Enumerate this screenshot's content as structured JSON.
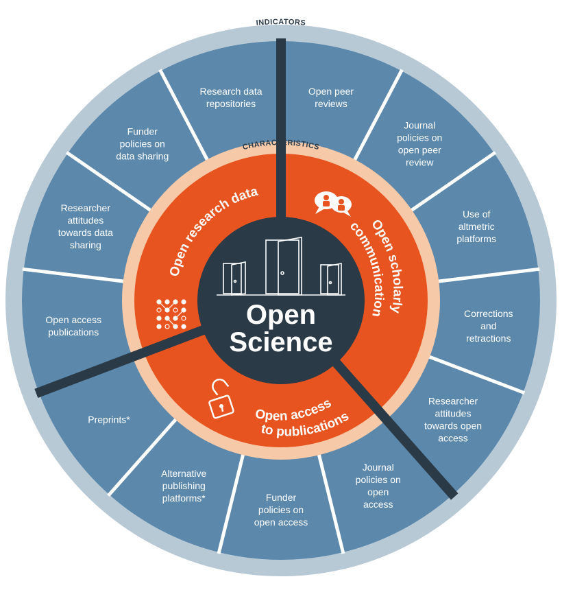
{
  "center": {
    "line1": "Open",
    "line2": "Science"
  },
  "ring_labels": {
    "outer": "INDICATORS",
    "inner": "CHARACTERISTICS"
  },
  "colors": {
    "outer_ring": "#b8c9d6",
    "indicator_fill": "#5b88ab",
    "divider": "#ffffff",
    "dark_divider": "#2b3a47",
    "char_ring": "#f6c9a8",
    "char_fill": "#e8541f",
    "center_fill": "#2b3a47"
  },
  "characteristics": [
    {
      "id": "data",
      "label": "Open research data",
      "icon": "data-network-icon"
    },
    {
      "id": "comm",
      "label": "Open scholarly communication",
      "label_lines": [
        "Open scholarly",
        "communication"
      ],
      "icon": "people-speech-icon"
    },
    {
      "id": "access",
      "label": "Open access to publications",
      "label_lines": [
        "Open access",
        "to publications"
      ],
      "icon": "open-padlock-icon"
    }
  ],
  "indicators": [
    {
      "lines": [
        "Open peer",
        "reviews"
      ]
    },
    {
      "lines": [
        "Journal",
        "policies on",
        "open peer",
        "review"
      ]
    },
    {
      "lines": [
        "Use of",
        "altmetric",
        "platforms"
      ]
    },
    {
      "lines": [
        "Corrections",
        "and",
        "retractions"
      ]
    },
    {
      "lines": [
        "Researcher",
        "attitudes",
        "towards open",
        "access"
      ]
    },
    {
      "lines": [
        "Journal",
        "policies on",
        "open",
        "access"
      ]
    },
    {
      "lines": [
        "Funder",
        "policies on",
        "open access"
      ]
    },
    {
      "lines": [
        "Alternative",
        "publishing",
        "platforms*"
      ]
    },
    {
      "lines": [
        "Preprints*"
      ]
    },
    {
      "lines": [
        "Open access",
        "publications"
      ]
    },
    {
      "lines": [
        "Researcher",
        "attitudes",
        "towards data",
        "sharing"
      ]
    },
    {
      "lines": [
        "Funder",
        "policies on",
        "data sharing"
      ]
    },
    {
      "lines": [
        "Research data",
        "repositories"
      ]
    }
  ]
}
